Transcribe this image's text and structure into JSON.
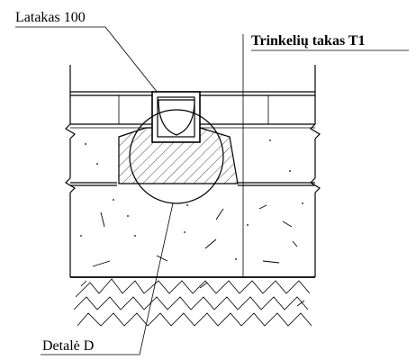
{
  "labels": {
    "gutter": "Latakas 100",
    "path": "Trinkelių takas T1",
    "detail": "Detalė D"
  },
  "colors": {
    "line": "#000000",
    "background": "#ffffff"
  }
}
